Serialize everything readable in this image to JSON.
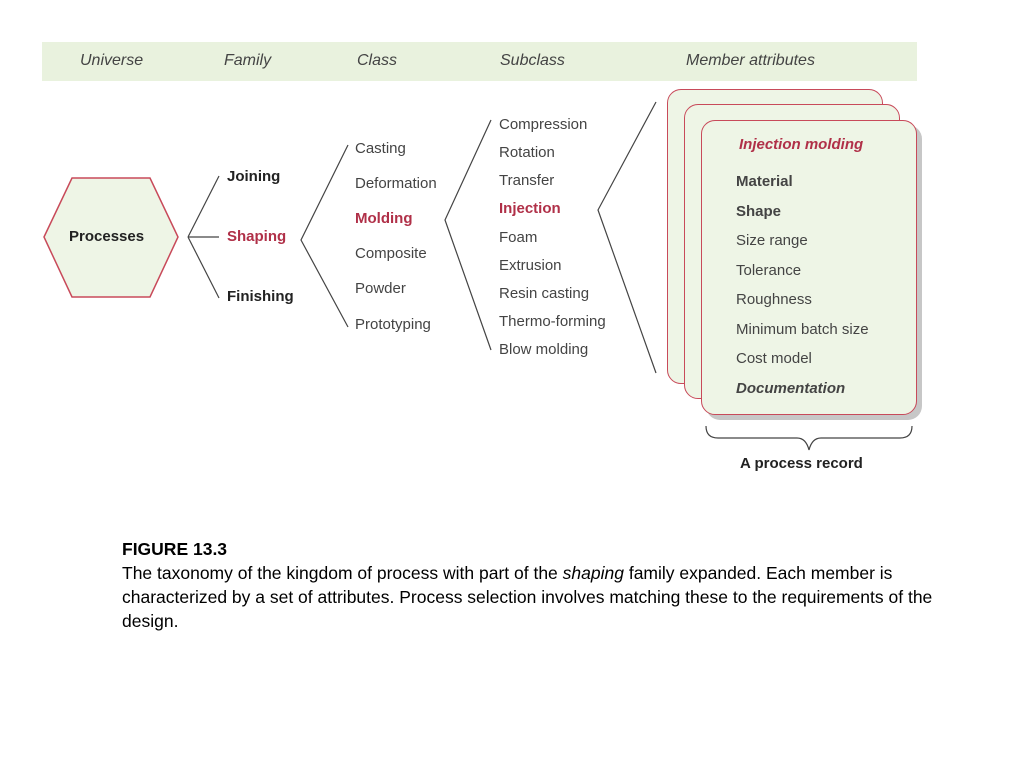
{
  "header": {
    "universe": "Universe",
    "family": "Family",
    "class": "Class",
    "subclass": "Subclass",
    "member": "Member attributes"
  },
  "universe_node": "Processes",
  "families": [
    "Joining",
    "Shaping",
    "Finishing"
  ],
  "classes": [
    "Casting",
    "Deformation",
    "Molding",
    "Composite",
    "Powder",
    "Prototyping"
  ],
  "subclasses": [
    "Compression",
    "Rotation",
    "Transfer",
    "Injection",
    "Foam",
    "Extrusion",
    "Resin casting",
    "Thermo-forming",
    "Blow molding"
  ],
  "record": {
    "title": "Injection molding",
    "attributes": [
      "Material",
      "Shape",
      "Size range",
      "Tolerance",
      "Roughness",
      "Minimum batch size",
      "Cost model",
      "Documentation"
    ],
    "label": "A process record"
  },
  "caption": {
    "title": "FIGURE 13.3",
    "text_before": "The taxonomy of the kingdom of process with part of the ",
    "text_italic": "shaping",
    "text_after": " family expanded. Each member is characterized by a set of attributes. Process selection involves matching these to the requirements of the design."
  },
  "colors": {
    "highlight": "#b03048",
    "band": "#e9f2de",
    "node_fill": "#eef5e6",
    "node_border": "#c84a5a"
  }
}
